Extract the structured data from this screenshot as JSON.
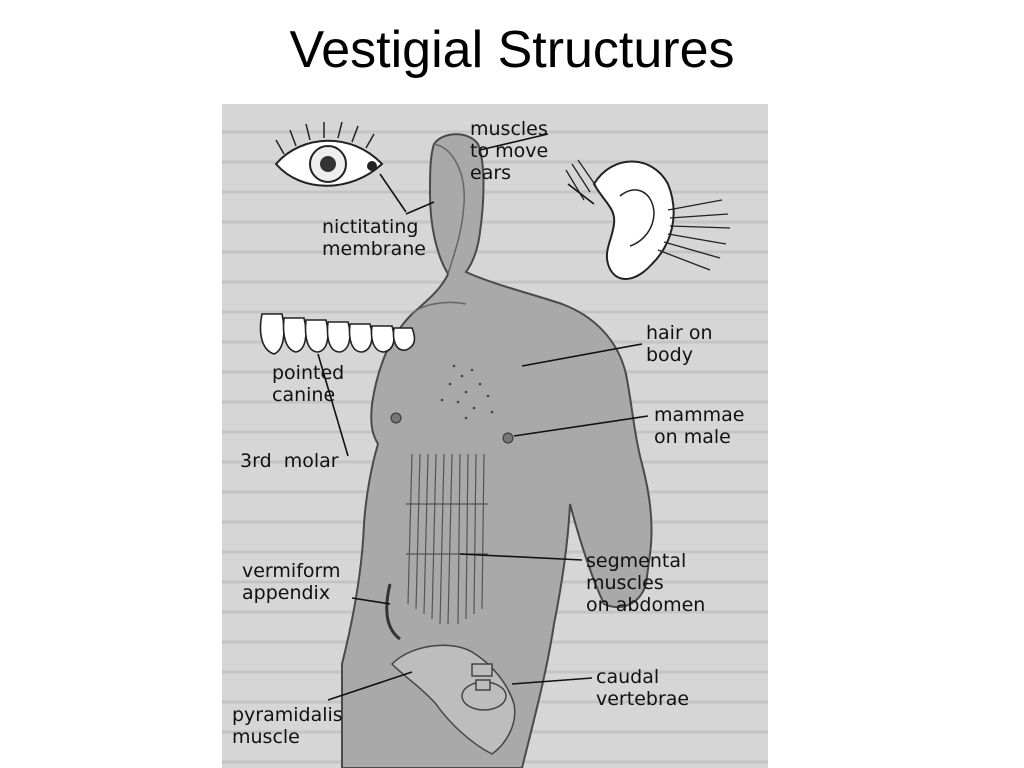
{
  "slide": {
    "title": "Vestigial Structures"
  },
  "figure": {
    "labels": {
      "muscles_to_move_ears": "muscles\nto move\nears",
      "nictitating_membrane": "nictitating\nmembrane",
      "hair_on_body": "hair on\nbody",
      "pointed_canine": "pointed\ncanine",
      "mammae_on_male": "mammae\non male",
      "third_molar": "3rd  molar",
      "segmental_muscles": "segmental\nmuscles\non abdomen",
      "vermiform_appendix": "vermiform\nappendix",
      "caudal_vertebrae": "caudal\nvertebrae",
      "pyramidalis_muscle": "pyramidalis\nmuscle"
    }
  }
}
